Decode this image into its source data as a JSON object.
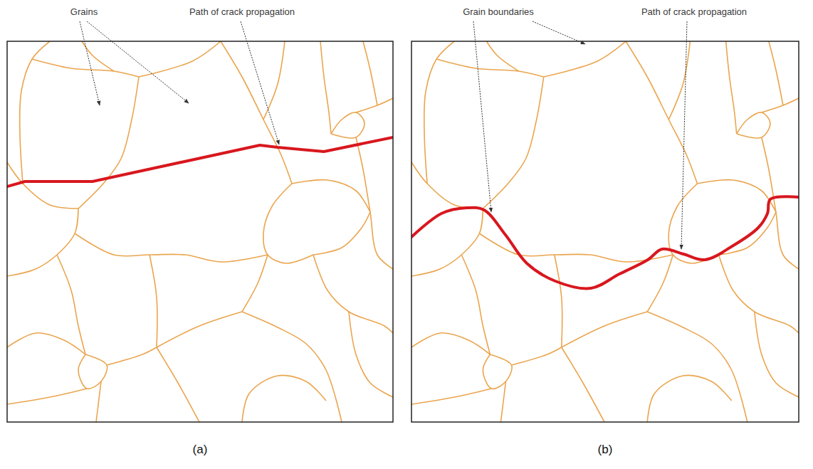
{
  "diagram": {
    "labels": [
      "Grains",
      "Path of crack propagation",
      "Grain boundaries",
      "Path of crack propagation",
      "(a)",
      "(b)"
    ]
  }
}
